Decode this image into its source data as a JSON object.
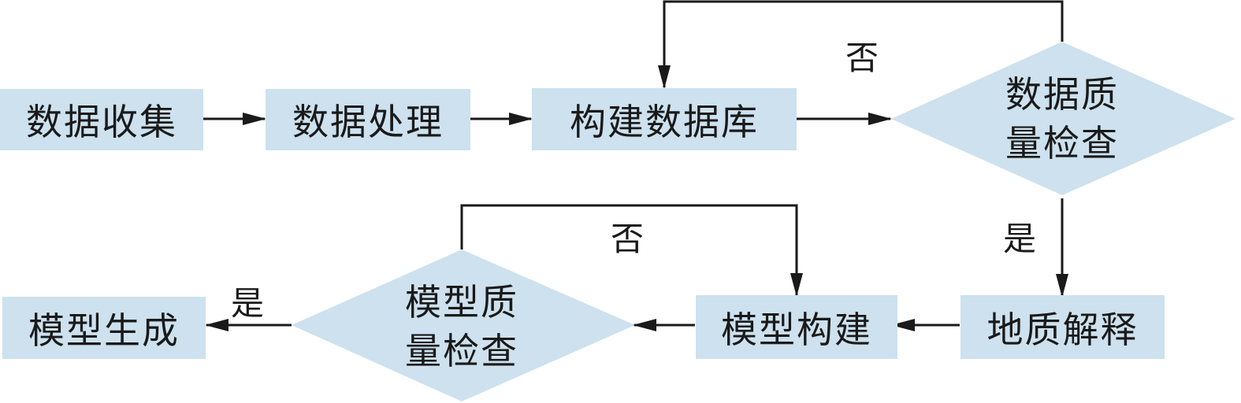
{
  "colors": {
    "node_fill": "#cde1ee",
    "line": "#1a1a1a",
    "text": "#1a1a1a"
  },
  "nodes": {
    "data_collection": "数据收集",
    "data_processing": "数据处理",
    "build_database": "构建数据库",
    "data_quality_check": {
      "line1": "数据质",
      "line2": "量检查"
    },
    "geological_interpretation": "地质解释",
    "model_building": "模型构建",
    "model_quality_check": {
      "line1": "模型质",
      "line2": "量检查"
    },
    "model_generation": "模型生成"
  },
  "edge_labels": {
    "data_check_no": "否",
    "data_check_yes": "是",
    "model_check_no": "否",
    "model_check_yes": "是"
  }
}
